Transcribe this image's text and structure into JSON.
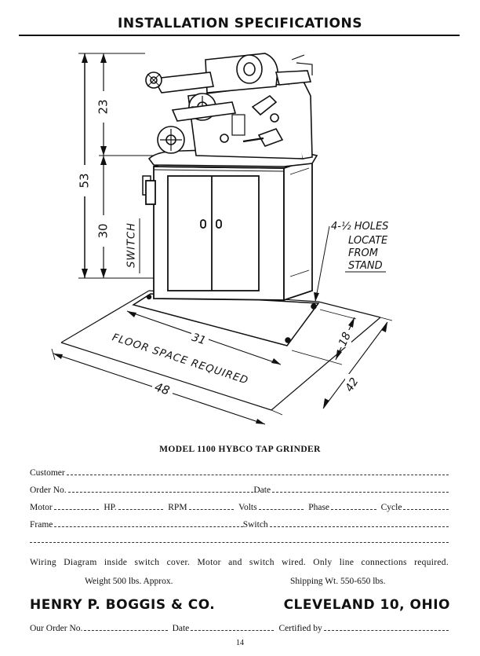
{
  "header": {
    "title": "INSTALLATION SPECIFICATIONS"
  },
  "drawing": {
    "dim_total_height": "53",
    "dim_upper_height": "23",
    "dim_lower_height": "30",
    "switch_label": "SWITCH",
    "holes_note_line1": "4-½ HOLES",
    "holes_note_line2": "LOCATE",
    "holes_note_line3": "FROM",
    "holes_note_line4": "STAND",
    "dim_stand_width": "31",
    "dim_stand_depth": "18",
    "dim_floor_width": "48",
    "dim_floor_depth": "42",
    "floor_space_label": "FLOOR SPACE REQUIRED"
  },
  "caption": "MODEL 1100 HYBCO TAP GRINDER",
  "form": {
    "customer": "Customer",
    "order_no": "Order No.",
    "date": "Date",
    "motor": "Motor",
    "hp": "HP.",
    "rpm": "RPM",
    "volts": "Volts",
    "phase": "Phase",
    "cycle": "Cycle",
    "frame": "Frame",
    "switch": "Switch"
  },
  "wiring_note": "Wiring Diagram inside switch cover. Motor and switch wired. Only line connections required.",
  "weight": "Weight 500 lbs. Approx.",
  "shipping_weight": "Shipping Wt. 550-650 lbs.",
  "footer": {
    "company": "HENRY P. BOGGIS & CO.",
    "city": "CLEVELAND 10, OHIO",
    "our_order_no": "Our Order No.",
    "date": "Date",
    "certified_by": "Certified by"
  },
  "page_number": "14"
}
